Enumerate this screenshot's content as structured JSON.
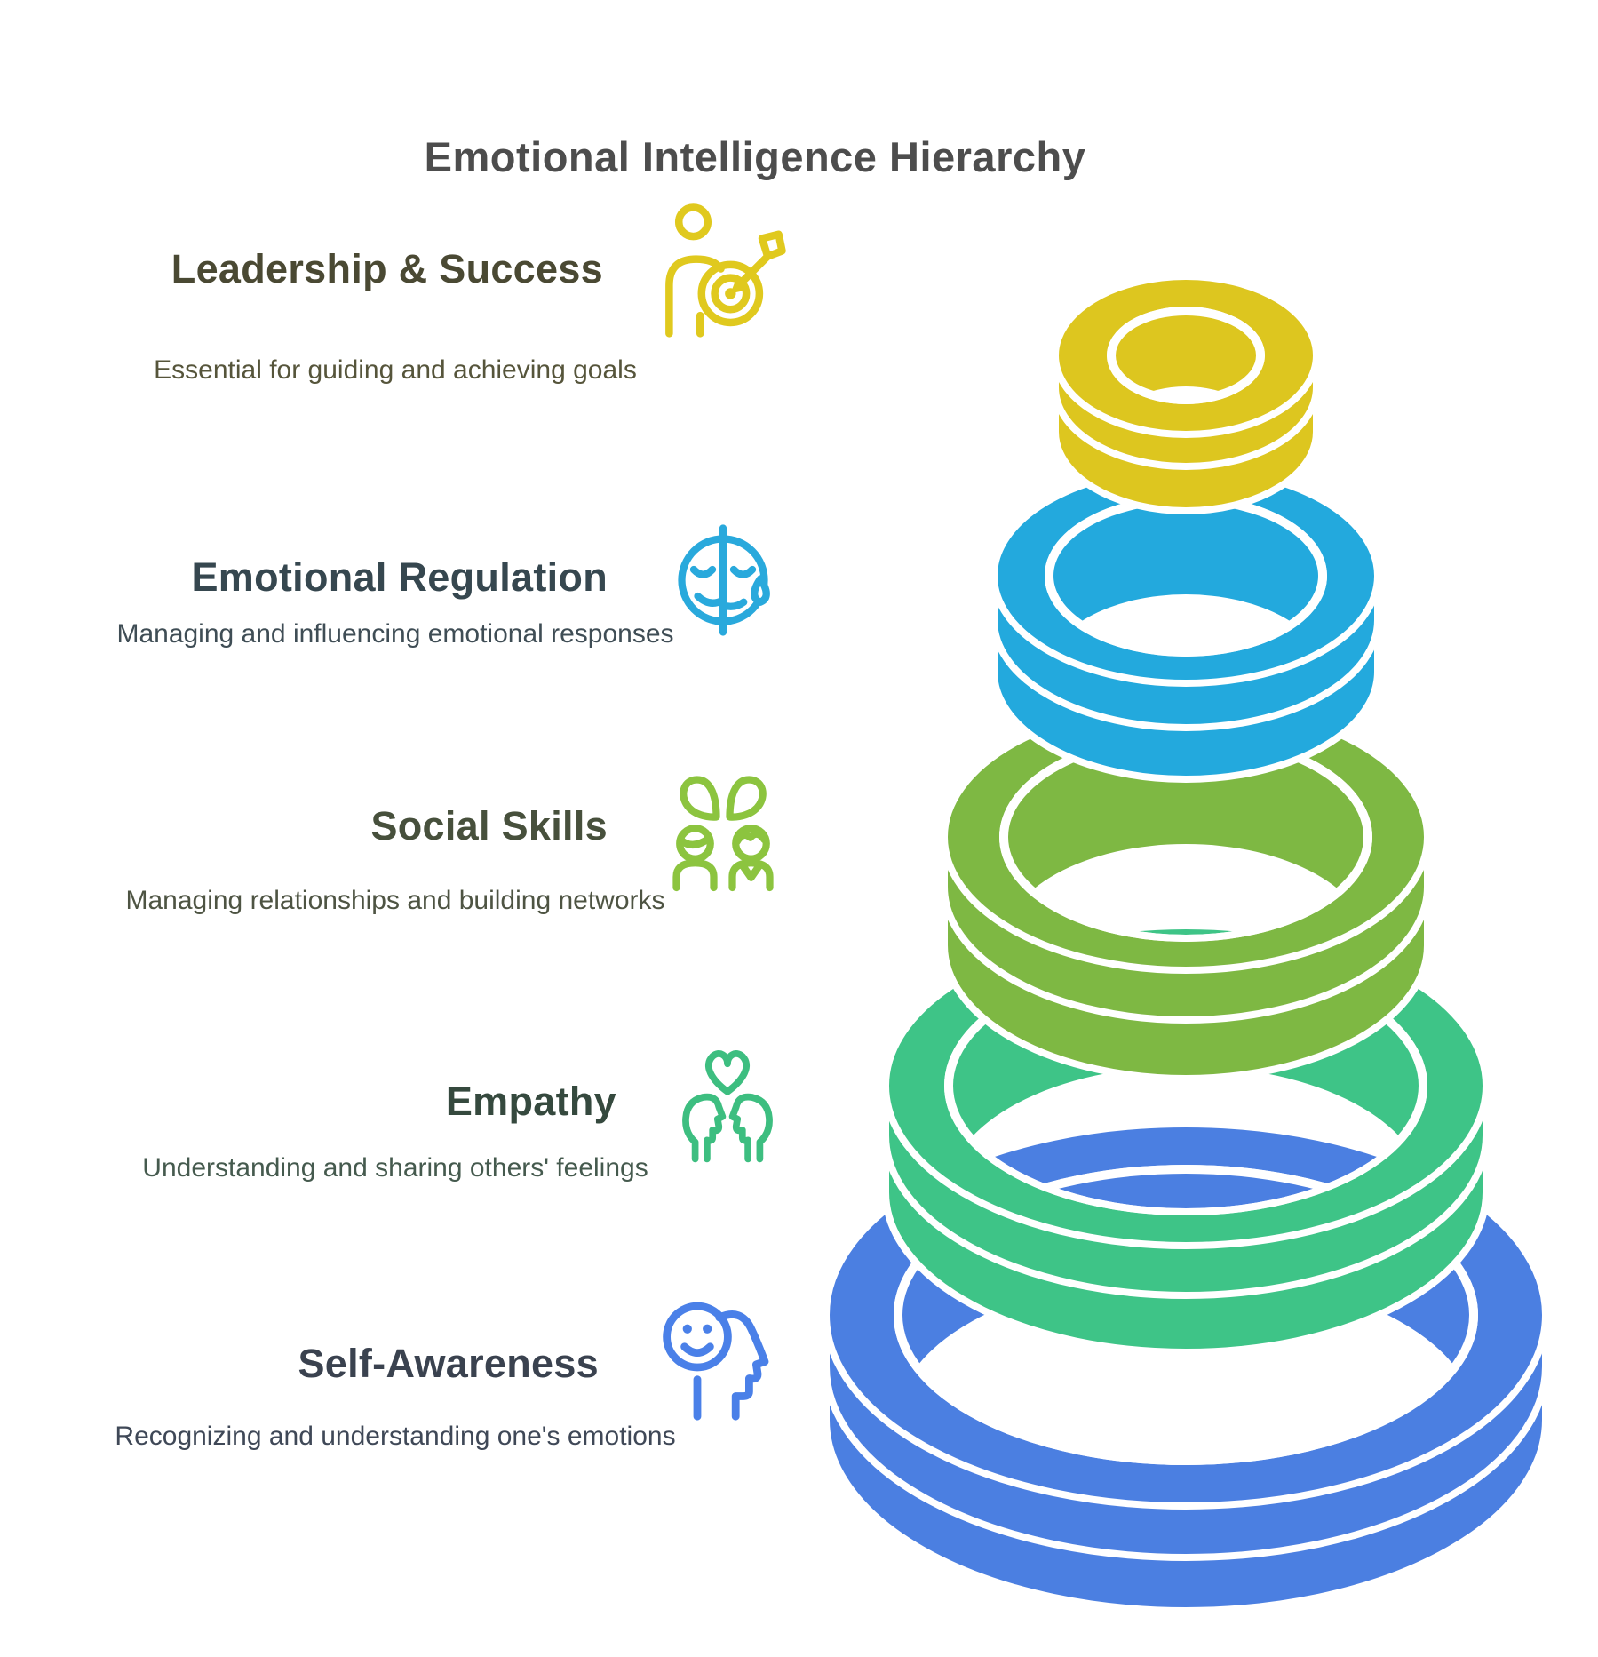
{
  "title": "Emotional Intelligence Hierarchy",
  "title_color": "#4d4d4d",
  "levels": [
    {
      "name": "Leadership & Success",
      "description": "Essential for guiding and achieving goals",
      "icon": "person-target-icon",
      "accent": "#e0c91e",
      "ring_color": "#ddc61f",
      "title_color": "#4a4933",
      "desc_color": "#56553b"
    },
    {
      "name": "Emotional Regulation",
      "description": "Managing and influencing emotional responses",
      "icon": "split-face-tear-icon",
      "accent": "#29a9dc",
      "ring_color": "#23a9dd",
      "title_color": "#36474f",
      "desc_color": "#3f4d55"
    },
    {
      "name": "Social Skills",
      "description": "Managing relationships and building networks",
      "icon": "two-people-leaves-icon",
      "accent": "#8cc43f",
      "ring_color": "#7eb843",
      "title_color": "#47503c",
      "desc_color": "#4e5443"
    },
    {
      "name": "Empathy",
      "description": "Understanding and sharing others' feelings",
      "icon": "heart-two-profiles-icon",
      "accent": "#3dbe80",
      "ring_color": "#3ec487",
      "title_color": "#35493e",
      "desc_color": "#455a4e"
    },
    {
      "name": "Self-Awareness",
      "description": "Recognizing and understanding one's emotions",
      "icon": "smiley-profile-icon",
      "accent": "#4a80e8",
      "ring_color": "#4b7fe1",
      "title_color": "#3a424f",
      "desc_color": "#3f4857"
    }
  ]
}
